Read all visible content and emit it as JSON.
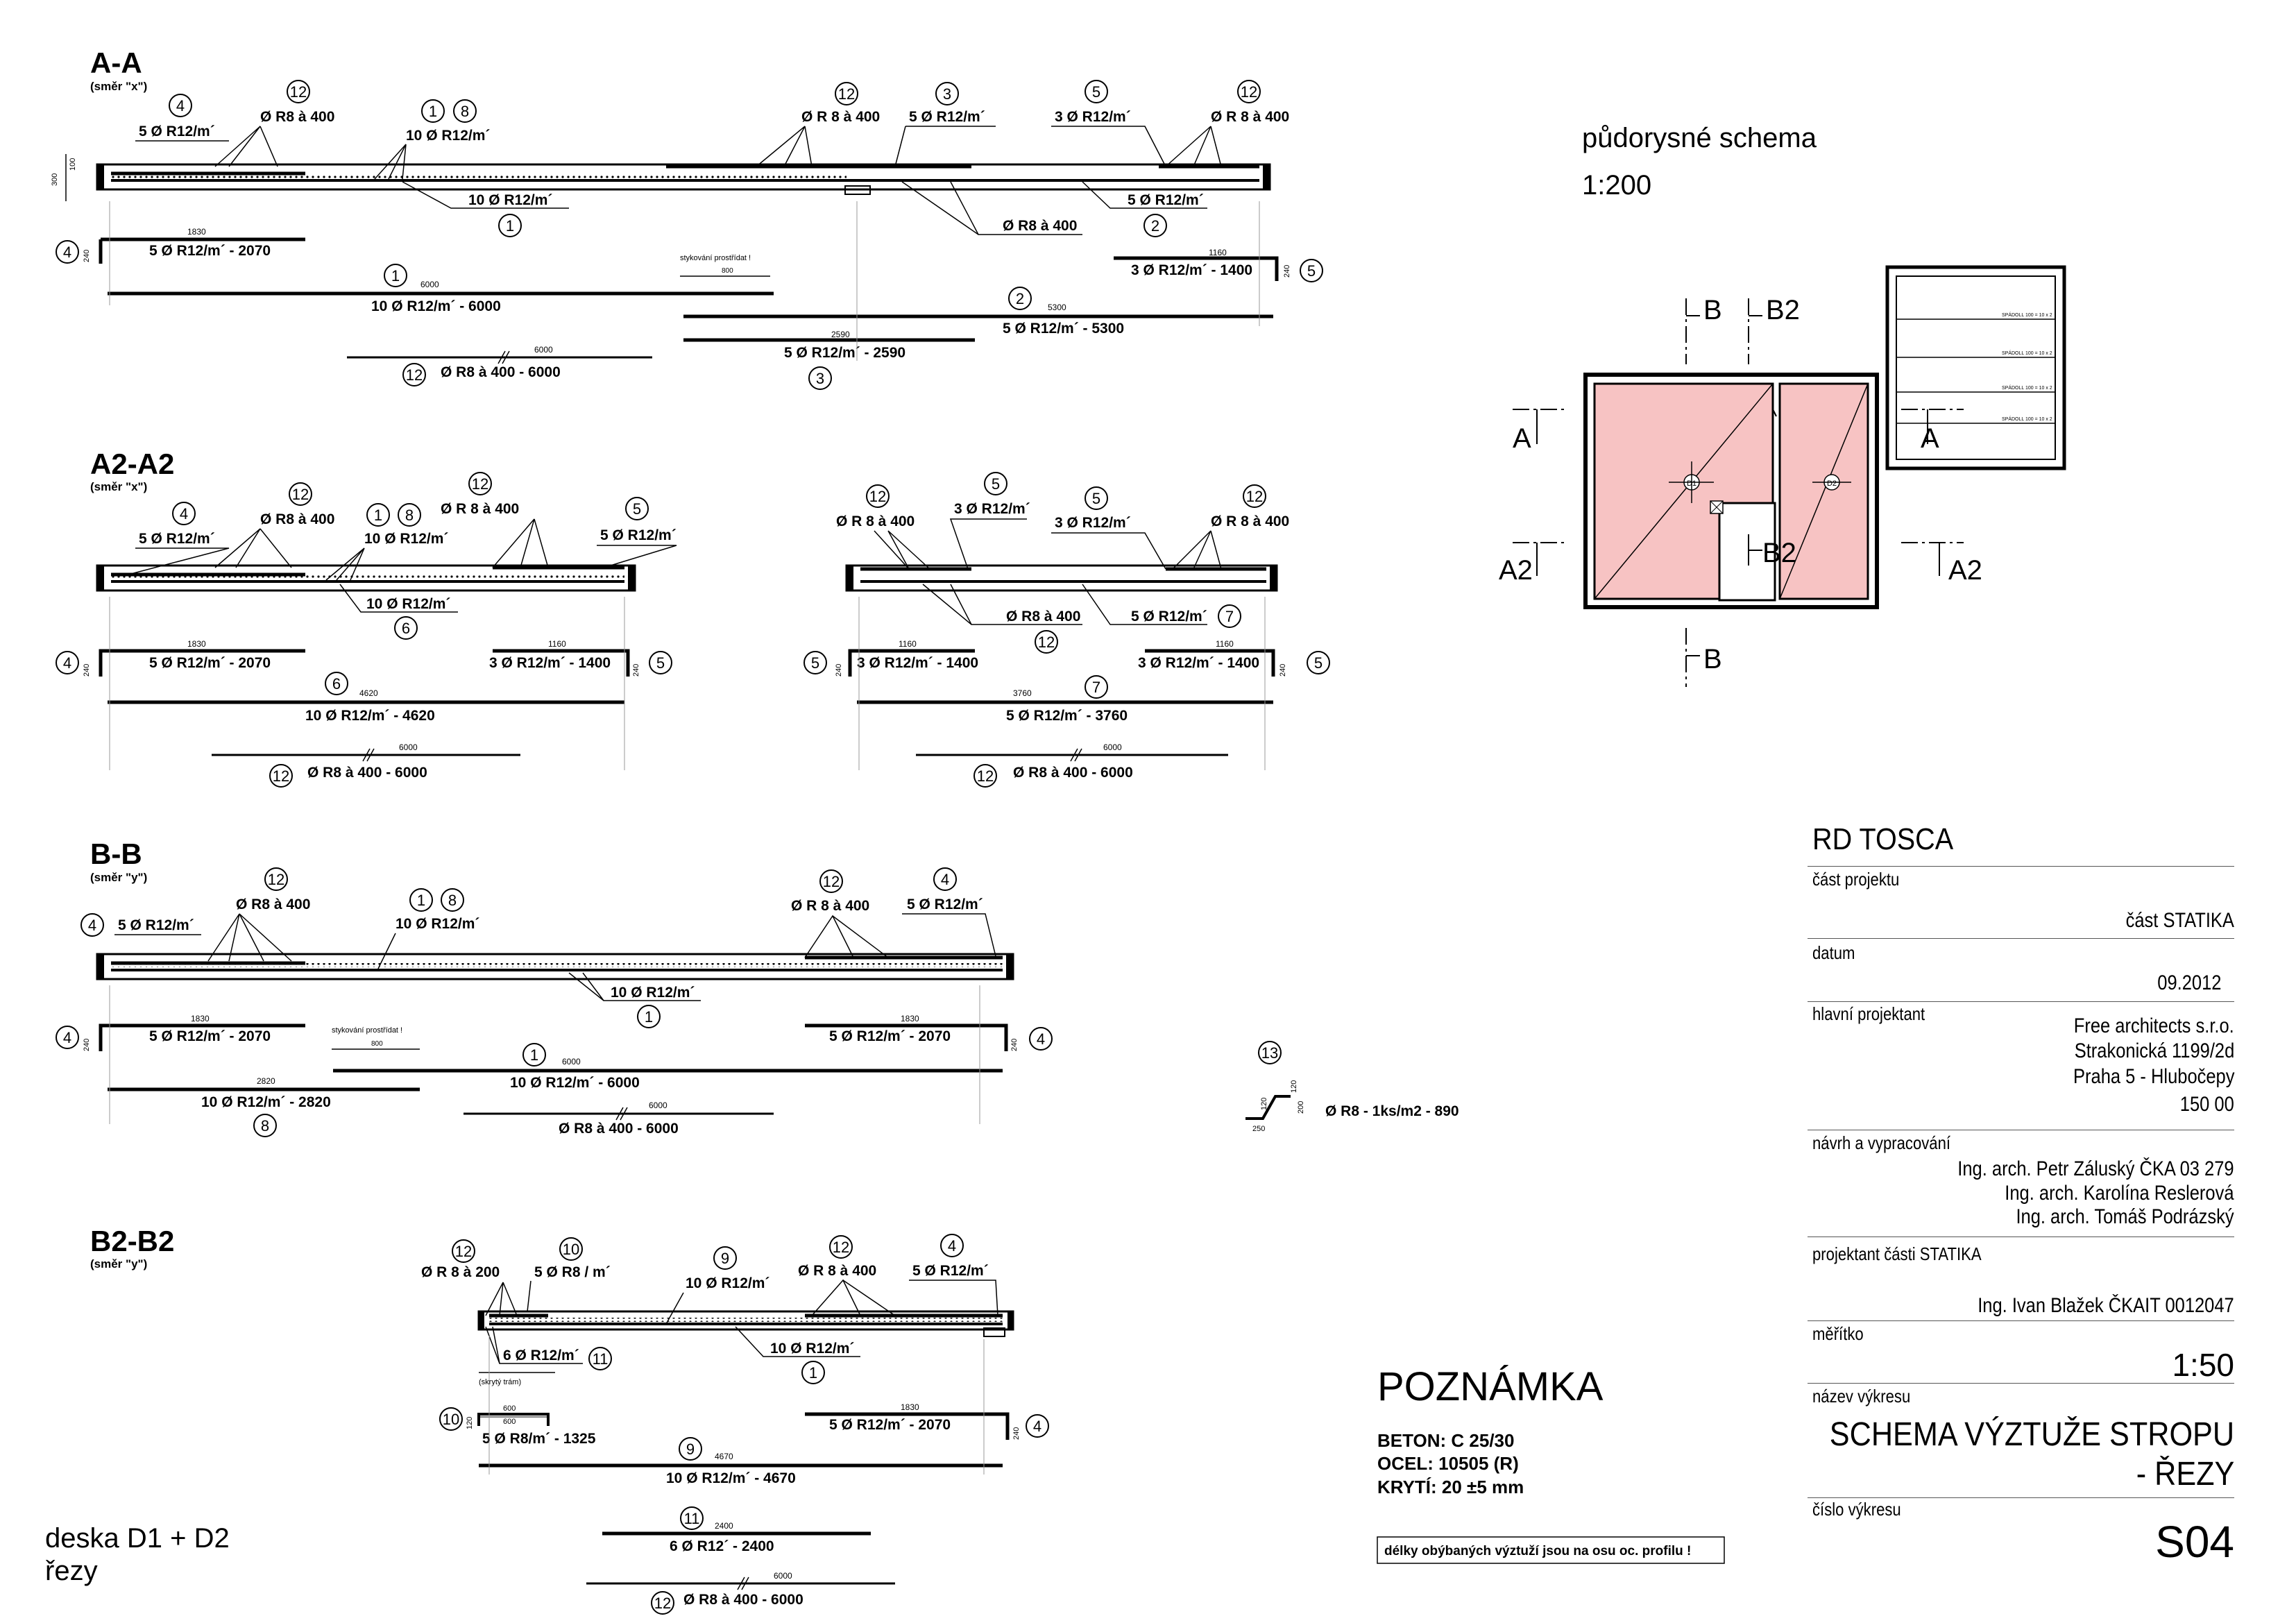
{
  "sections": {
    "aa": {
      "title": "A-A",
      "dir": "(směr \"x\")"
    },
    "a2": {
      "title": "A2-A2",
      "dir": "(směr \"x\")"
    },
    "bb": {
      "title": "B-B",
      "dir": "(směr \"y\")"
    },
    "b2": {
      "title": "B2-B2",
      "dir": "(směr \"y\")"
    }
  },
  "bars": {
    "r12_5": "5 Ø R12/m´",
    "r12_3": "3 Ø R12/m´",
    "r12_10": "10 Ø R12/m´",
    "r12_6": "6 Ø R12/m´",
    "r8_400": "Ø R8 à 400",
    "r8_200": "Ø R 8 à 200",
    "r8_400b": "Ø R 8 à 400",
    "r8_5m": "5 Ø R8 / m´",
    "b4": "5 Ø R12/m´ - 2070",
    "b1": "10 Ø R12/m´ - 6000",
    "b5": "3 Ø R12/m´ - 1400",
    "b2": "5 Ø R12/m´ - 5300",
    "b3": "5 Ø R12/m´ - 2590",
    "b12": "Ø R8 à 400 - 6000",
    "b6": "10 Ø R12/m´ - 4620",
    "b7": "5 Ø R12/m´ - 3760",
    "b8": "10 Ø R12/m´ - 2820",
    "b9": "10 Ø R12/m´ - 4670",
    "b10": "5 Ø R8/m´ - 1325",
    "b11": "6 Ø R12´ - 2400",
    "b13": "Ø R8 - 1ks/m2  - 890",
    "stykovani": "stykování prostřídat !",
    "skryty": "(skrytý trám)"
  },
  "dims": {
    "d1830": "1830",
    "d6000": "6000",
    "d1160": "1160",
    "d5300": "5300",
    "d2590": "2590",
    "d800": "800",
    "d4620": "4620",
    "d3760": "3760",
    "d2820": "2820",
    "d4670": "4670",
    "d2400": "2400",
    "d600": "600",
    "d240": "240",
    "d120": "120",
    "d250": "250",
    "d200": "200",
    "d300": "300",
    "d100": "100"
  },
  "marks": [
    "1",
    "2",
    "3",
    "4",
    "5",
    "6",
    "7",
    "8",
    "9",
    "10",
    "11",
    "12",
    "13"
  ],
  "plan": {
    "title": "půdorysné schema",
    "scale": "1:200",
    "a": "A",
    "a2": "A2",
    "b": "B",
    "b2": "B2",
    "d1": "D1",
    "d2": "D2",
    "hatch_note": "SPÁDOLL 100 = 10 x 2",
    "fill_color": "#f7c3c3"
  },
  "note": {
    "title": "POZNÁMKA",
    "line1": "BETON: C 25/30",
    "line2": "OCEL: 10505 (R)",
    "line3": "KRYTÍ: 20  ±5 mm",
    "box": "délky obýbaných výztuží jsou na osu oc. profilu !"
  },
  "footer": {
    "line1": "deska D1 + D2",
    "line2": "řezy"
  },
  "titleblock": {
    "project": "RD TOSCA",
    "part_label": "část projektu",
    "part_value": "část STATIKA",
    "date_label": "datum",
    "date_value": "09.2012",
    "chief_label": "hlavní projektant",
    "chief_1": "Free architects s.r.o.",
    "chief_2": "Strakonická 1199/2d",
    "chief_3": "Praha 5 - Hlubočepy",
    "chief_4": "150 00",
    "design_label": "návrh a vypracování",
    "design_1": "Ing. arch. Petr Záluský ČKA 03 279",
    "design_2": "Ing. arch. Karolína Reslerová",
    "design_3": "Ing. arch. Tomáš Podrázský",
    "static_label": "projektant části STATIKA",
    "static_value": "Ing. Ivan Blažek ČKAIT 0012047",
    "scale_label": "měřítko",
    "scale_value": "1:50",
    "name_label": "název výkresu",
    "name_1": "SCHEMA VÝZTUŽE STROPU",
    "name_2": "- ŘEZY",
    "num_label": "číslo výkresu",
    "num_value": "S04"
  }
}
